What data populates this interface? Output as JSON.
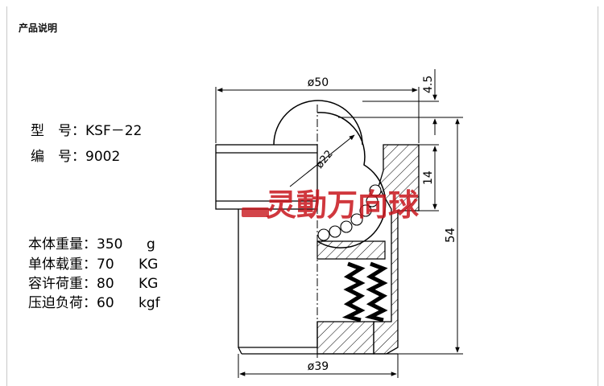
{
  "header": {
    "title": "产品说明"
  },
  "specs": {
    "model_label": "型　号：",
    "model_value": "KSF－22",
    "number_label": "编　号：",
    "number_value": "9002",
    "body_weight_label": "本体重量：",
    "body_weight_value": "350",
    "body_weight_unit": "g",
    "unit_load_label": "单体载重：",
    "unit_load_value": "70",
    "unit_load_unit": "KG",
    "allow_load_label": "容许荷重：",
    "allow_load_value": "80",
    "allow_load_unit": "KG",
    "press_load_label": "压迫负荷：",
    "press_load_value": "60",
    "press_load_unit": "kgf"
  },
  "dimensions": {
    "top_diameter": "ø50",
    "ball_diameter": "ø22",
    "bottom_diameter": "ø39",
    "ball_protrusion": "4.5",
    "flange_height": "14",
    "total_height": "54"
  },
  "watermark": {
    "text": "灵動万向球"
  },
  "colors": {
    "ink": "#000000",
    "watermark_red": "#c8161d",
    "watermark_grey": "#7a7a7a"
  }
}
